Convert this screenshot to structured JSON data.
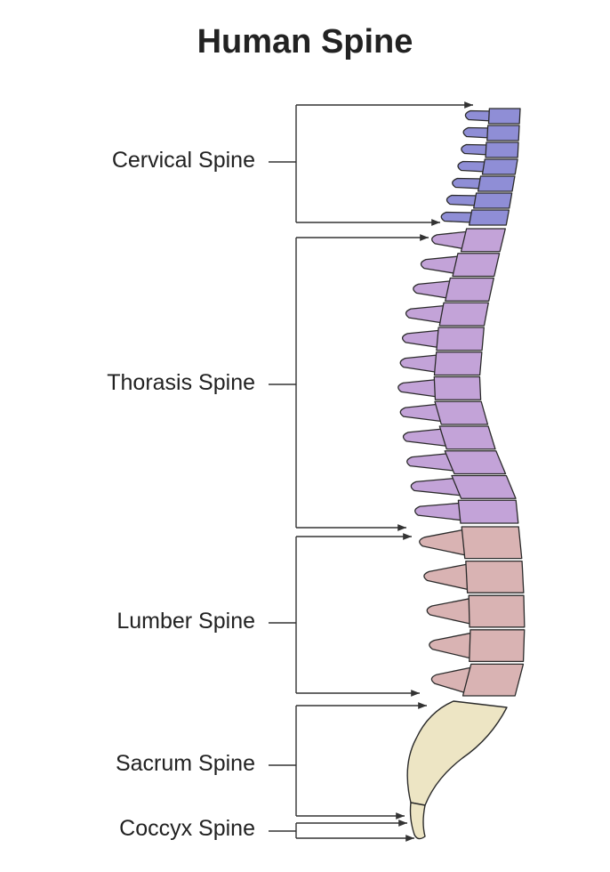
{
  "title": "Human Spine",
  "regions": [
    {
      "id": "cervical",
      "label": "Cervical Spine",
      "color": "#8f8ed6"
    },
    {
      "id": "thoracic",
      "label": "Thorasis Spine",
      "color": "#c3a3d8"
    },
    {
      "id": "lumbar",
      "label": "Lumber Spine",
      "color": "#d9b3b3"
    },
    {
      "id": "sacrum",
      "label": "Sacrum Spine",
      "color": "#ede5c4"
    },
    {
      "id": "coccyx",
      "label": "Coccyx Spine",
      "color": "#ede5c4"
    }
  ],
  "colors": {
    "text": "#222222",
    "outline": "#2b2b2b",
    "leader": "#333333"
  }
}
